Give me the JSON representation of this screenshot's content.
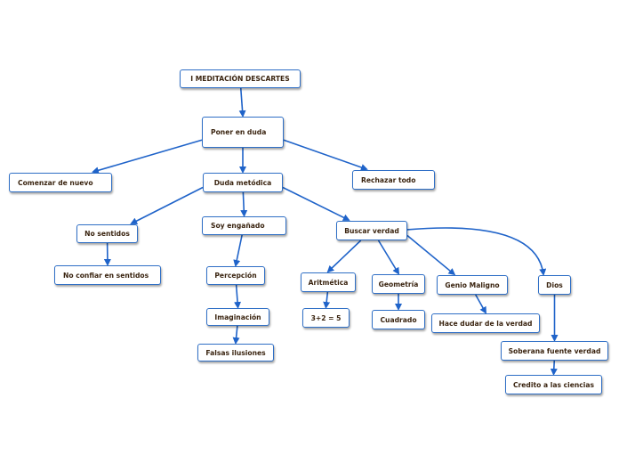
{
  "diagram": {
    "link_color": "#1f63c9",
    "node_border_color": "#2f6fc6",
    "text_color": "#3a2410",
    "nodes": [
      {
        "id": "root",
        "label": "I MEDITACIÓN DESCARTES"
      },
      {
        "id": "poner",
        "label": "Poner en duda"
      },
      {
        "id": "comenzar",
        "label": "Comenzar de nuevo"
      },
      {
        "id": "duda",
        "label": "Duda metódica"
      },
      {
        "id": "rechazar",
        "label": "Rechazar todo"
      },
      {
        "id": "nosentidos",
        "label": "No sentidos"
      },
      {
        "id": "nocon",
        "label": "No confiar en sentidos"
      },
      {
        "id": "soy",
        "label": "Soy engañado"
      },
      {
        "id": "percepcion",
        "label": "Percepción"
      },
      {
        "id": "imaginacion",
        "label": "Imaginación"
      },
      {
        "id": "falsas",
        "label": "Falsas ilusiones"
      },
      {
        "id": "buscar",
        "label": "Buscar verdad"
      },
      {
        "id": "aritmetica",
        "label": "Aritmética"
      },
      {
        "id": "tres",
        "label": "3+2 = 5"
      },
      {
        "id": "geometria",
        "label": "Geometría"
      },
      {
        "id": "cuadrado",
        "label": "Cuadrado"
      },
      {
        "id": "genio",
        "label": "Genio Maligno"
      },
      {
        "id": "hace",
        "label": "Hace dudar de la verdad"
      },
      {
        "id": "dios",
        "label": "Dios"
      },
      {
        "id": "soberana",
        "label": "Soberana fuente verdad"
      },
      {
        "id": "credito",
        "label": "Credito a las ciencias"
      }
    ],
    "edges": [
      [
        "root",
        "poner"
      ],
      [
        "poner",
        "comenzar"
      ],
      [
        "poner",
        "duda"
      ],
      [
        "poner",
        "rechazar"
      ],
      [
        "duda",
        "nosentidos"
      ],
      [
        "duda",
        "soy"
      ],
      [
        "duda",
        "buscar"
      ],
      [
        "nosentidos",
        "nocon"
      ],
      [
        "soy",
        "percepcion"
      ],
      [
        "percepcion",
        "imaginacion"
      ],
      [
        "imaginacion",
        "falsas"
      ],
      [
        "buscar",
        "aritmetica"
      ],
      [
        "buscar",
        "geometria"
      ],
      [
        "buscar",
        "genio"
      ],
      [
        "buscar",
        "dios"
      ],
      [
        "aritmetica",
        "tres"
      ],
      [
        "geometria",
        "cuadrado"
      ],
      [
        "genio",
        "hace"
      ],
      [
        "dios",
        "soberana"
      ],
      [
        "soberana",
        "credito"
      ]
    ]
  }
}
